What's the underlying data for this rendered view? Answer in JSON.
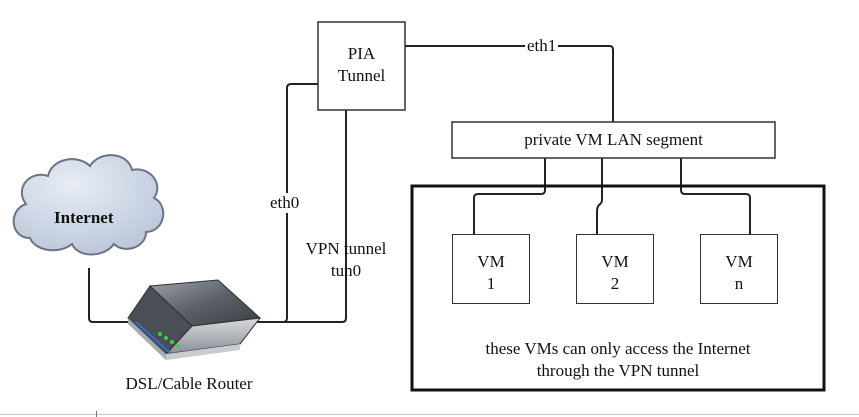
{
  "nodes": {
    "internet": "Internet",
    "router": "DSL/Cable Router",
    "pia_tunnel": [
      "PIA",
      "Tunnel"
    ],
    "lan_segment": "private VM LAN segment",
    "vms": [
      {
        "line1": "VM",
        "line2": "1"
      },
      {
        "line1": "VM",
        "line2": "2"
      },
      {
        "line1": "VM",
        "line2": "n"
      }
    ],
    "isolation_note": [
      "these VMs can only access the Internet",
      "through the VPN tunnel"
    ]
  },
  "links": {
    "eth1": "eth1",
    "eth0": "eth0",
    "vpn_tunnel": "VPN tunnel",
    "tun0": "tun0"
  },
  "colors": {
    "cloud_fill": "#c9d3e3",
    "cloud_stroke": "#6a7488",
    "line": "#222222",
    "router_body": "#6f7278",
    "router_led": "#3bd14a"
  },
  "icons": {
    "internet": "cloud-icon",
    "router": "router-icon"
  }
}
